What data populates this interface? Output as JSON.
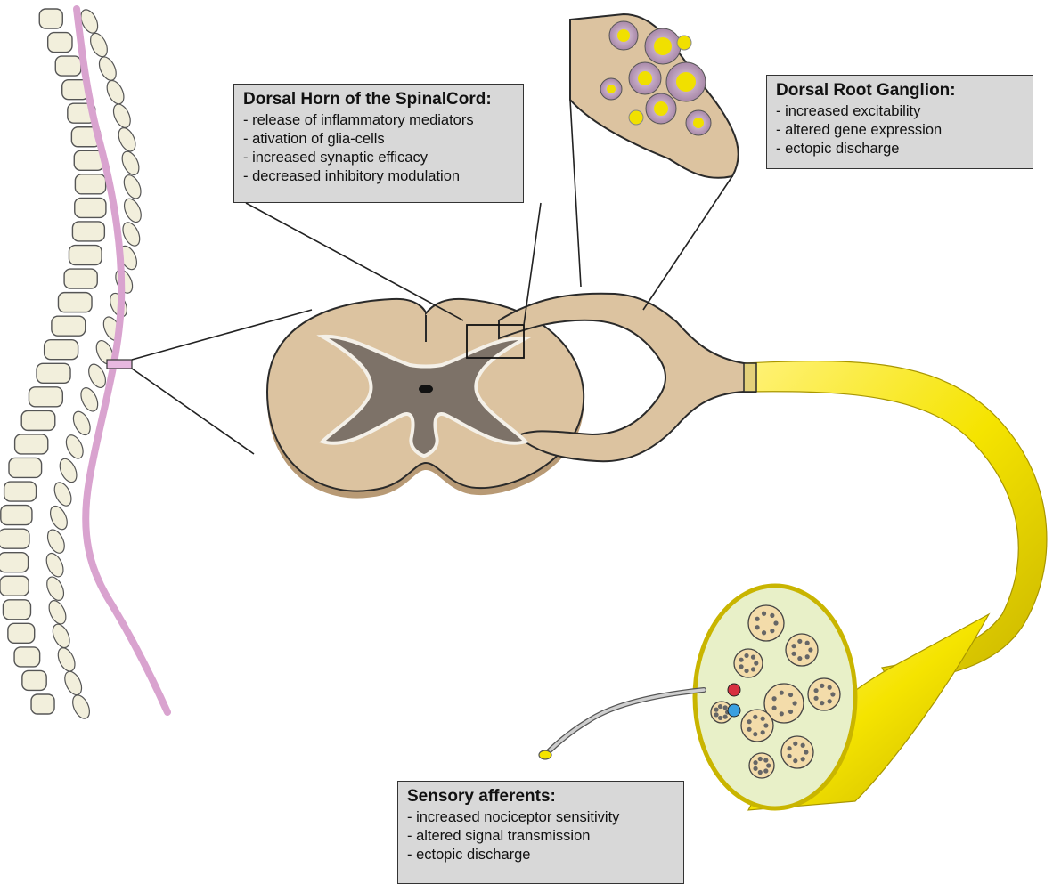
{
  "colors": {
    "spinal_tissue": "#dcc3a0",
    "gray_matter": "#7d7268",
    "bone": "#f2efdc",
    "cord_line": "#d9a3cf",
    "nerve": "#f5e400",
    "cell_body": "#c8a8c8",
    "nucleus": "#f0e000",
    "callout_bg": "#d8d8d8"
  },
  "callouts": {
    "dorsal_horn": {
      "title": "Dorsal Horn of the SpinalCord:",
      "items": [
        "- release of inflammatory mediators",
        "- ativation of glia-cells",
        "- increased synaptic efficacy",
        "- decreased inhibitory modulation"
      ]
    },
    "drg": {
      "title": "Dorsal Root Ganglion:",
      "items": [
        "- increased excitability",
        "- altered gene expression",
        "- ectopic discharge"
      ]
    },
    "sensory": {
      "title": "Sensory afferents:",
      "items": [
        "- increased nociceptor sensitivity",
        "- altered signal transmission",
        "- ectopic discharge"
      ]
    }
  }
}
